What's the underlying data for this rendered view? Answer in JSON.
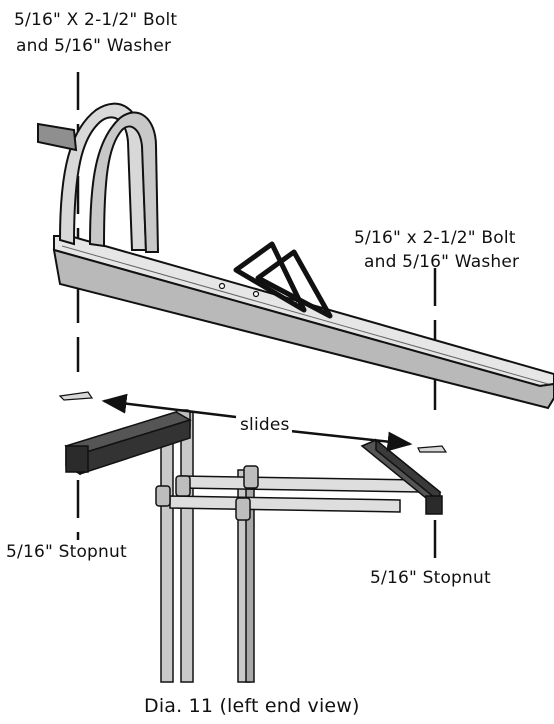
{
  "labels": {
    "top_left_bolt_line1": "5/16\" X 2-1/2\" Bolt",
    "top_left_bolt_line2": "and 5/16\" Washer",
    "right_bolt_line1": "5/16\" x 2-1/2\" Bolt",
    "right_bolt_line2": "and 5/16\" Washer",
    "slides": "slides",
    "left_stopnut": "5/16\" Stopnut",
    "right_stopnut": "5/16\" Stopnut"
  },
  "caption": "Dia. 11 (left end view)",
  "colors": {
    "bar_fill": "#b8b8b8",
    "bar_light": "#e2e2e2",
    "bar_dark": "#7a7a7a",
    "block": "#333333",
    "outline": "#111111"
  }
}
